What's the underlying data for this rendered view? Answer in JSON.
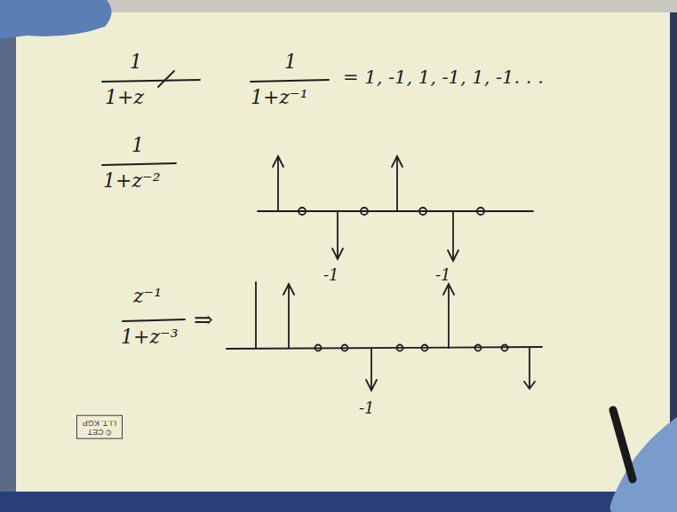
{
  "diagram": {
    "labels": [
      "1",
      "1+z",
      "1",
      "1+z⁻¹",
      "= 1, -1, 1, -1, 1, -1. . .",
      "1",
      "1+z⁻²",
      "-1",
      "-1",
      "z⁻¹",
      "1+z⁻³",
      "⇒",
      "-1",
      "© CET I.I.T. KGP"
    ]
  }
}
